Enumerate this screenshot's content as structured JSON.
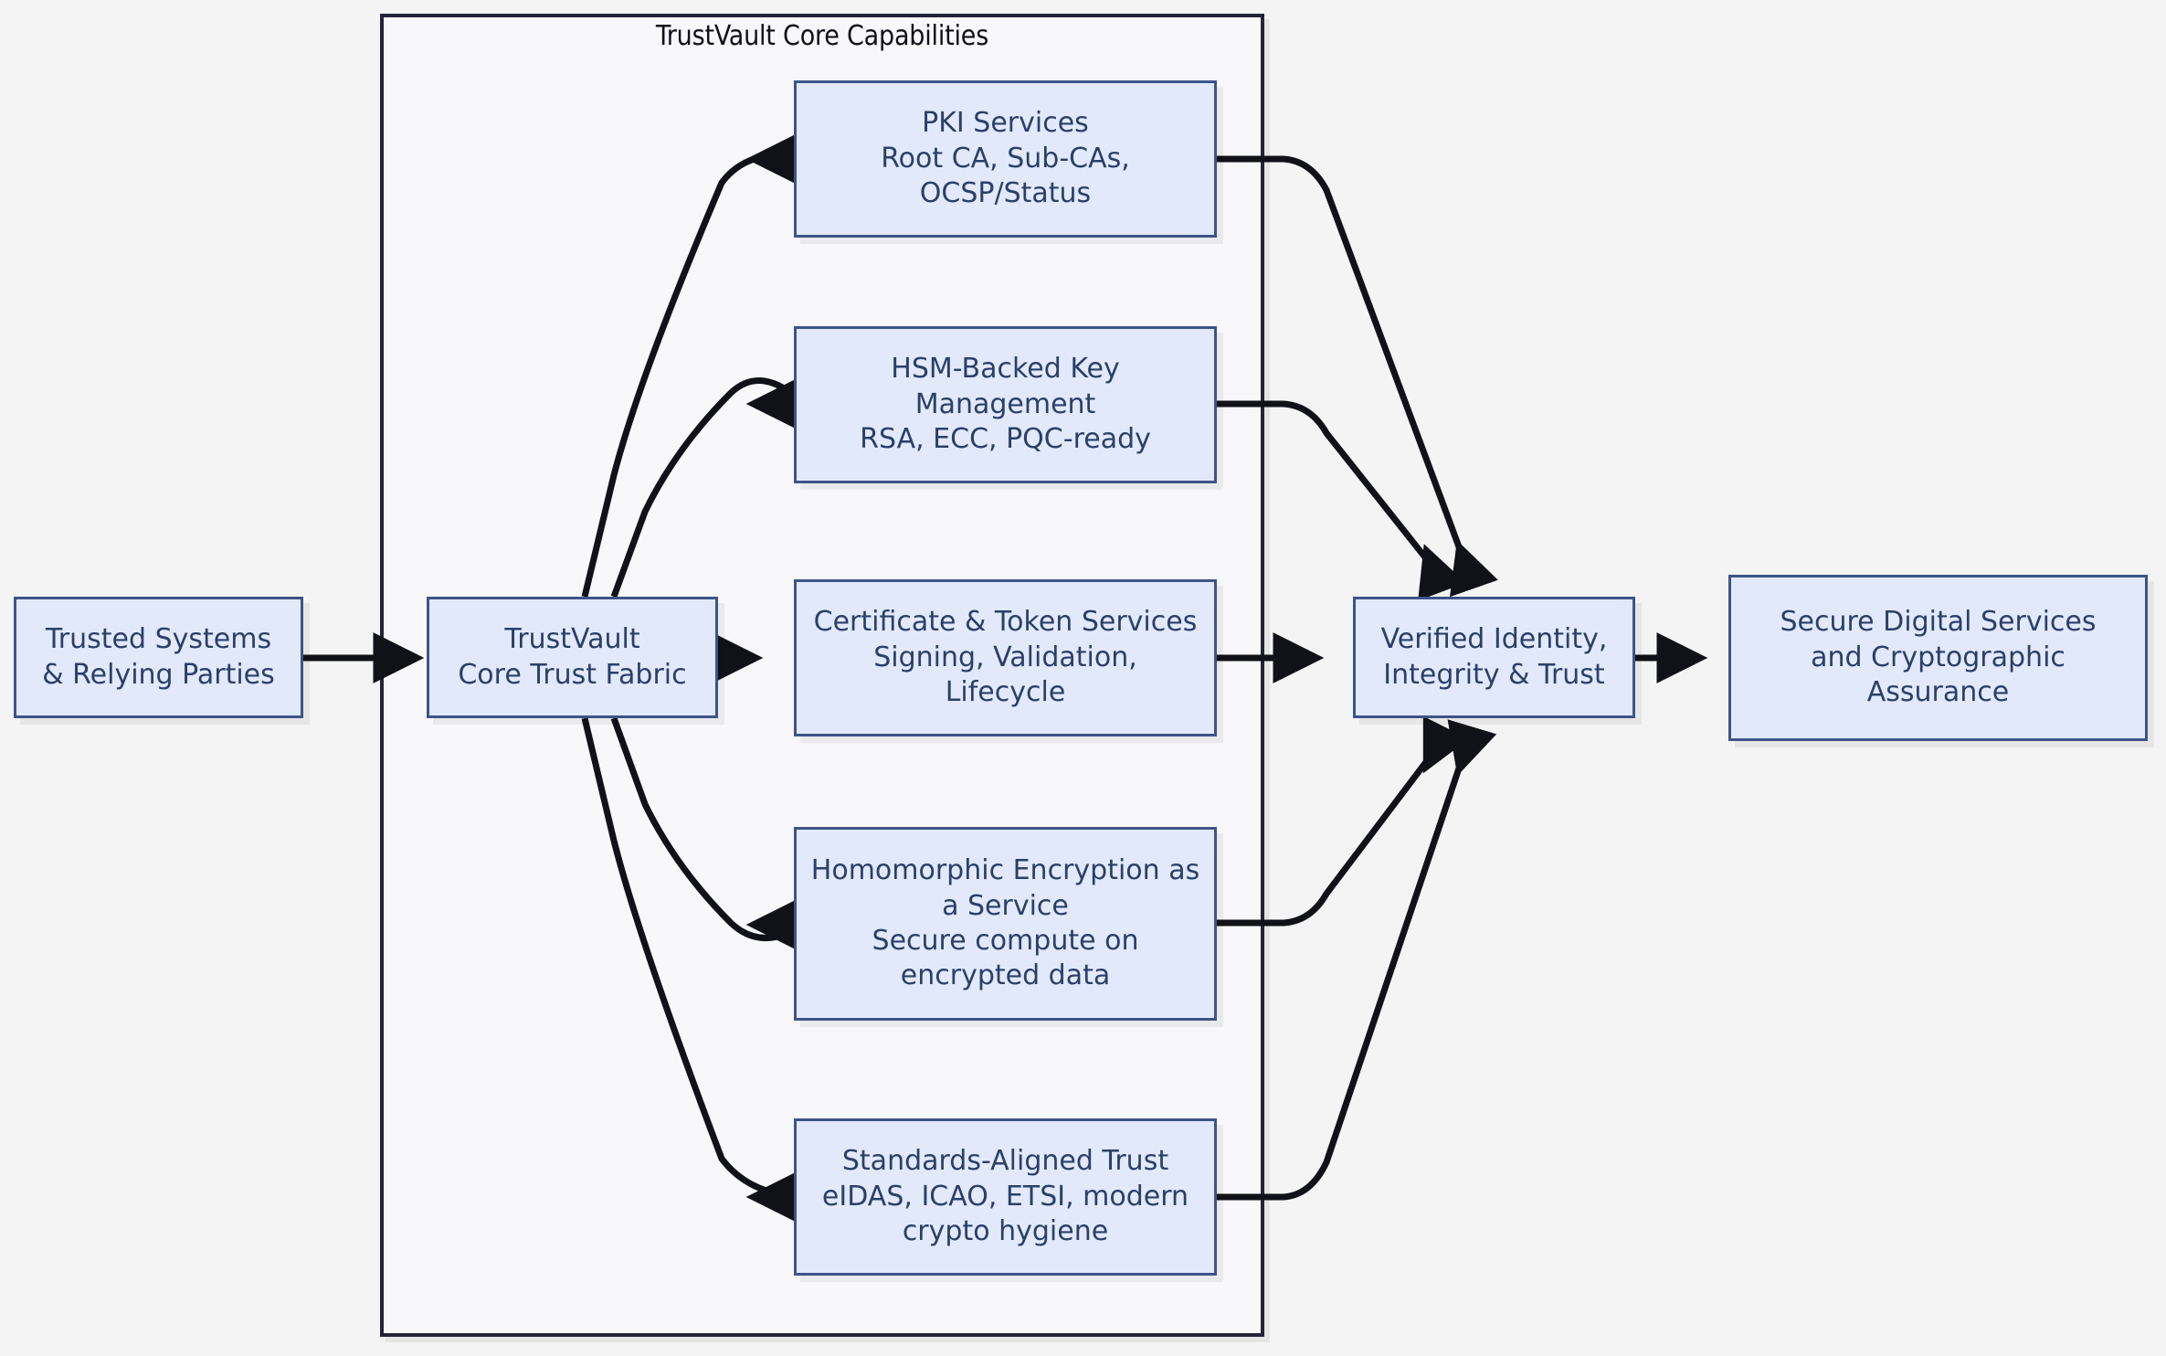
{
  "diagram": {
    "type": "flowchart",
    "direction": "left-to-right",
    "background_color": "#f4f4f4",
    "node_fill": "#e2e9fb",
    "node_stroke": "#3d5488",
    "node_text_color": "#2b3f69",
    "cluster_stroke": "#242438",
    "cluster_fill": "#f8f8fa",
    "edge_color": "#111118"
  },
  "cluster": {
    "title": "TrustVault Core Capabilities"
  },
  "nodes": {
    "source": {
      "id": "trusted-systems",
      "label": "Trusted Systems\n& Relying Parties"
    },
    "fabric": {
      "id": "trustvault-core-trust-fabric",
      "label": "TrustVault\nCore Trust Fabric"
    },
    "capabilities": [
      {
        "id": "pki-services",
        "label": "PKI Services\nRoot CA, Sub-CAs,\nOCSP/Status"
      },
      {
        "id": "hsm-backed-key-management",
        "label": "HSM-Backed Key\nManagement\nRSA, ECC, PQC-ready"
      },
      {
        "id": "certificate-token-services",
        "label": "Certificate & Token Services\nSigning, Validation,\nLifecycle"
      },
      {
        "id": "homomorphic-encryption-service",
        "label": "Homomorphic Encryption as\na Service\nSecure compute on\nencrypted data"
      },
      {
        "id": "standards-aligned-trust",
        "label": "Standards-Aligned Trust\neIDAS, ICAO, ETSI, modern\ncrypto hygiene"
      }
    ],
    "outcome": {
      "id": "verified-identity",
      "label": "Verified Identity,\nIntegrity & Trust"
    },
    "result": {
      "id": "secure-digital-services",
      "label": "Secure Digital Services\nand Cryptographic\nAssurance"
    }
  },
  "edges": [
    {
      "from": "trusted-systems",
      "to": "trustvault-core-trust-fabric"
    },
    {
      "from": "trustvault-core-trust-fabric",
      "to": "pki-services"
    },
    {
      "from": "trustvault-core-trust-fabric",
      "to": "hsm-backed-key-management"
    },
    {
      "from": "trustvault-core-trust-fabric",
      "to": "certificate-token-services"
    },
    {
      "from": "trustvault-core-trust-fabric",
      "to": "homomorphic-encryption-service"
    },
    {
      "from": "trustvault-core-trust-fabric",
      "to": "standards-aligned-trust"
    },
    {
      "from": "pki-services",
      "to": "verified-identity"
    },
    {
      "from": "hsm-backed-key-management",
      "to": "verified-identity"
    },
    {
      "from": "certificate-token-services",
      "to": "verified-identity"
    },
    {
      "from": "homomorphic-encryption-service",
      "to": "verified-identity"
    },
    {
      "from": "standards-aligned-trust",
      "to": "verified-identity"
    },
    {
      "from": "verified-identity",
      "to": "secure-digital-services"
    }
  ]
}
